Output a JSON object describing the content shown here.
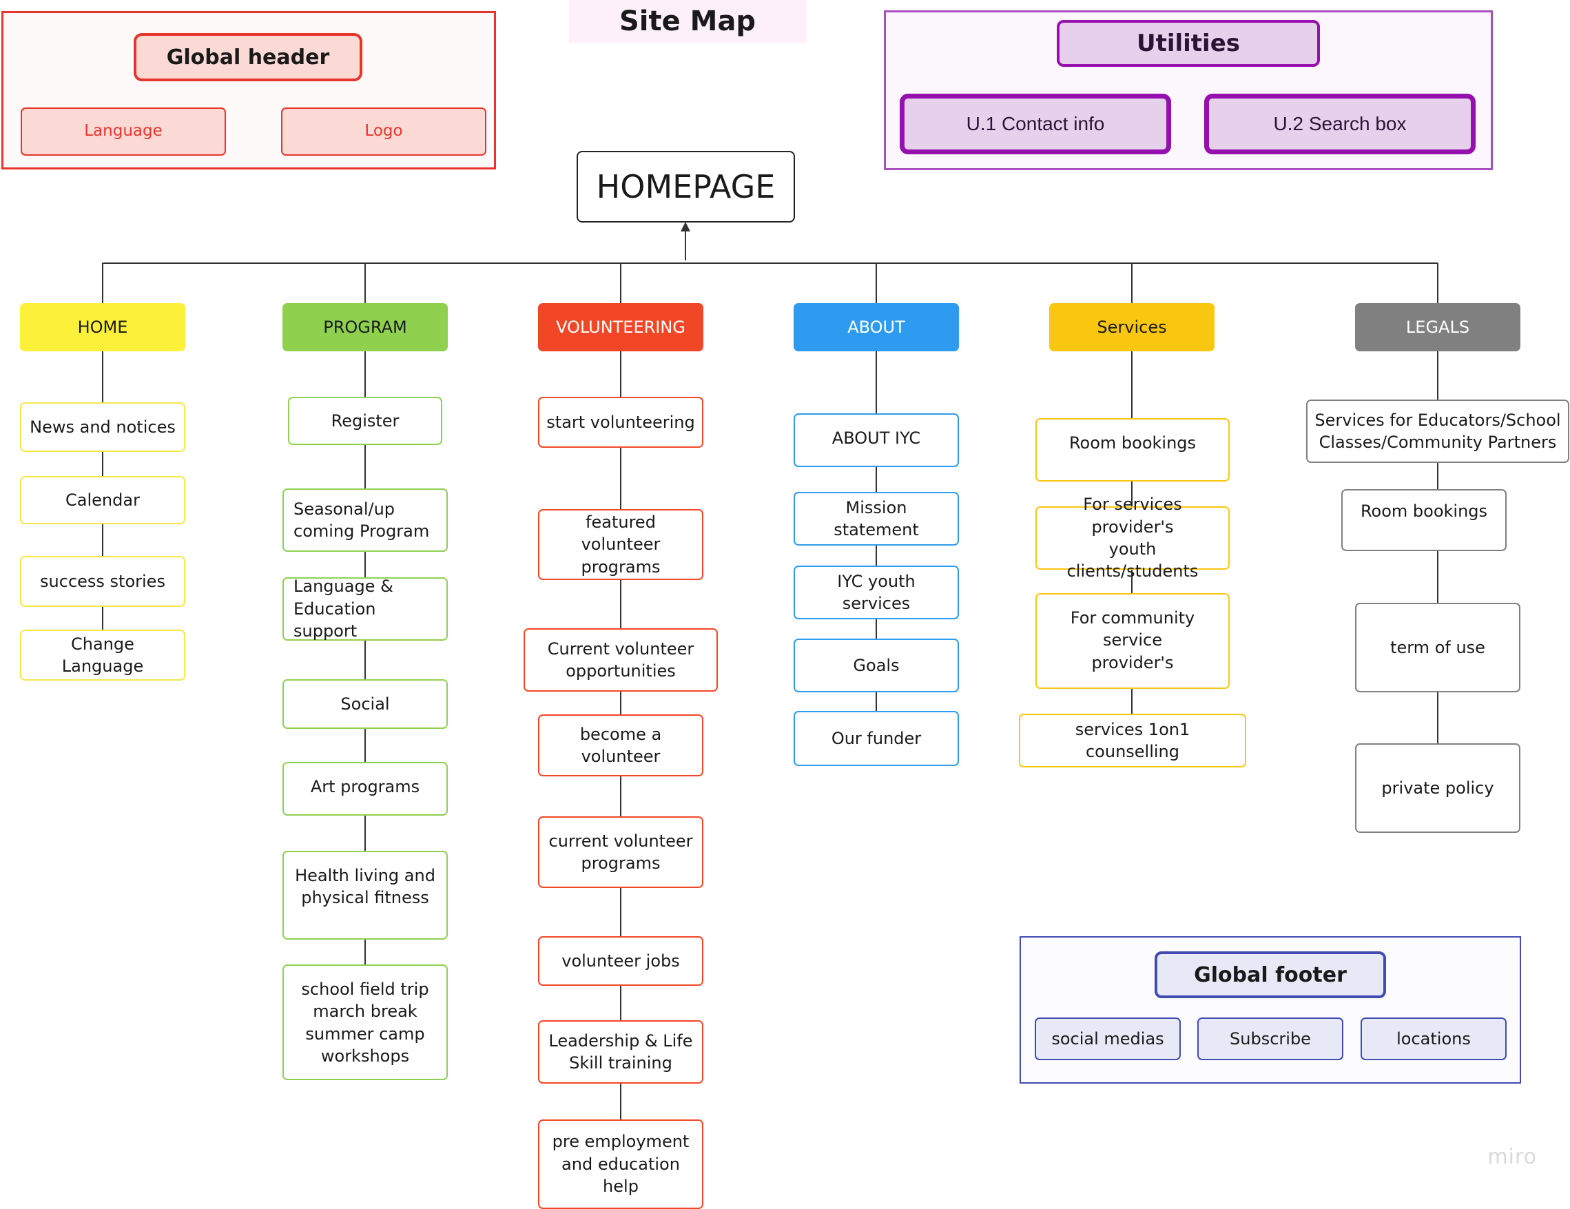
{
  "title": "Site Map",
  "global_header": {
    "title": "Global header",
    "items": [
      "Language",
      "Logo"
    ]
  },
  "utilities": {
    "title": "Utilities",
    "items": [
      "U.1 Contact info",
      "U.2 Search box"
    ]
  },
  "homepage": "HOMEPAGE",
  "columns": [
    {
      "label": "HOME",
      "color": "#fcf03a",
      "border": "#f5e84a",
      "items": [
        "News and notices",
        "Calendar",
        "success stories",
        "Change Language"
      ]
    },
    {
      "label": "PROGRAM",
      "color": "#8fd14f",
      "border": "#8fd14f",
      "items": [
        "Register",
        "Seasonal/up\ncoming Program",
        "Language &\nEducation support",
        "Social",
        "Art programs",
        "Health living and\nphysical fitness",
        "school field trip\nmarch break\nsummer camp\nworkshops"
      ]
    },
    {
      "label": "VOLUNTEERING",
      "color": "#f24726",
      "border": "#f24726",
      "items": [
        "start volunteering",
        "featured volunteer\nprograms",
        "Current volunteer\nopportunities",
        "become a\nvolunteer",
        "current volunteer\nprograms",
        "volunteer jobs",
        "Leadership & Life\nSkill training",
        "pre employment\nand education\nhelp"
      ]
    },
    {
      "label": "ABOUT",
      "color": "#2d9bf0",
      "border": "#2d9bf0",
      "items": [
        "ABOUT IYC",
        "Mission statement",
        "IYC youth services",
        "Goals",
        "Our funder"
      ]
    },
    {
      "label": "Services",
      "color": "#fac710",
      "border": "#fac710",
      "items": [
        "Room bookings",
        "For services provider's\nyouth clients/students",
        "For community service\nprovider's",
        "services 1on1 counselling"
      ]
    },
    {
      "label": "LEGALS",
      "color": "#808080",
      "border": "#808080",
      "items": [
        "Services for Educators/School\nClasses/Community Partners",
        "Room bookings",
        "term of use",
        "private policy"
      ]
    }
  ],
  "global_footer": {
    "title": "Global footer",
    "items": [
      "social medias",
      "Subscribe",
      "locations"
    ]
  },
  "watermark": "miro",
  "colors": {
    "header_red": "#e8352b",
    "header_fill": "#fbd9d4",
    "utilities_purple": "#9510ac",
    "utilities_fill": "#e6d0ec",
    "footer_navy": "#414bb2",
    "footer_fill": "#e8e9f7"
  }
}
